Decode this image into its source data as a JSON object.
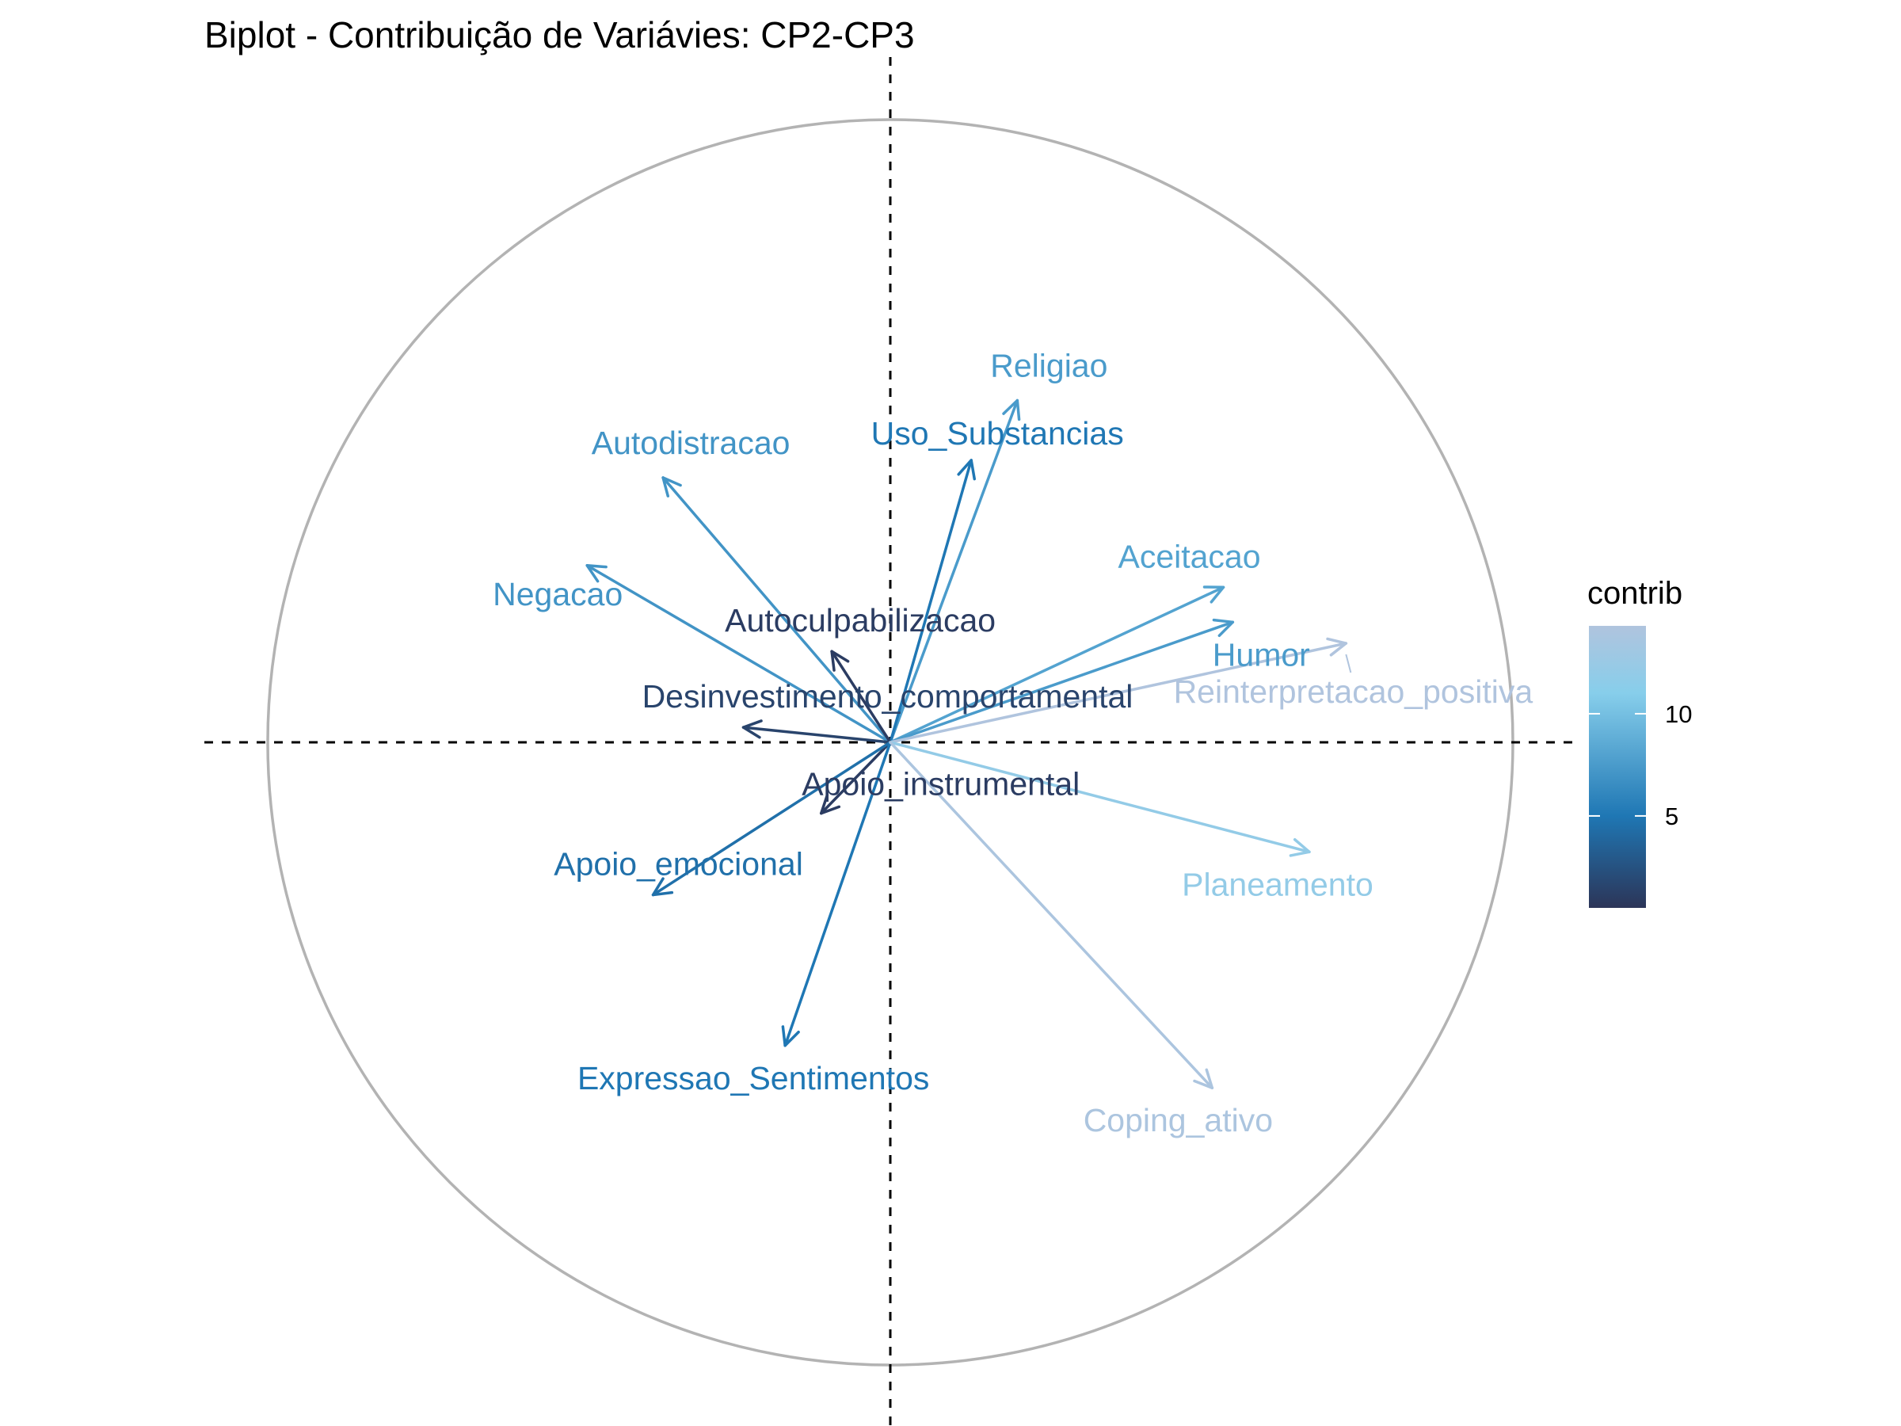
{
  "chart_data": {
    "type": "scatter",
    "subtype": "pca-variable-biplot",
    "title": "Biplot - Contribuição de Variávies: CP2-CP3",
    "xlabel": "",
    "ylabel": "",
    "xlim": [
      -1.1,
      1.1
    ],
    "ylim": [
      -1.0,
      1.0
    ],
    "grid": false,
    "unit_circle": true,
    "reference_lines": {
      "x": 0,
      "y": 0,
      "style": "dashed"
    },
    "legend": {
      "title": "contrib",
      "placement": "right",
      "ticks": [
        5,
        10
      ],
      "range": [
        0.5,
        14.3
      ],
      "colors": {
        "low": "#2c3558",
        "mid": "#1f77b4",
        "high": "#87ceeb",
        "top": "#b0c4de"
      }
    },
    "variables": [
      {
        "name": "Religiao",
        "x": 0.204,
        "y": 0.549,
        "contrib": 7.5
      },
      {
        "name": "Uso_Substancias",
        "x": 0.13,
        "y": 0.453,
        "contrib": 5.0
      },
      {
        "name": "Autodistracao",
        "x": -0.365,
        "y": 0.425,
        "contrib": 7.0
      },
      {
        "name": "Aceitacao",
        "x": 0.535,
        "y": 0.249,
        "contrib": 8.0
      },
      {
        "name": "Humor",
        "x": 0.55,
        "y": 0.193,
        "contrib": 7.5
      },
      {
        "name": "Reinterpretacao_positiva",
        "x": 0.732,
        "y": 0.159,
        "contrib": 14.3
      },
      {
        "name": "Negacao",
        "x": -0.487,
        "y": 0.284,
        "contrib": 7.0
      },
      {
        "name": "Autoculpabilizacao",
        "x": -0.094,
        "y": 0.146,
        "contrib": 1.0
      },
      {
        "name": "Desinvestimento_comportamental",
        "x": -0.236,
        "y": 0.024,
        "contrib": 1.5
      },
      {
        "name": "Apoio_instrumental",
        "x": -0.111,
        "y": -0.114,
        "contrib": 1.0
      },
      {
        "name": "Apoio_emocional",
        "x": -0.381,
        "y": -0.245,
        "contrib": 4.5
      },
      {
        "name": "Expressao_Sentimentos",
        "x": -0.169,
        "y": -0.487,
        "contrib": 5.0
      },
      {
        "name": "Planeamento",
        "x": 0.673,
        "y": -0.176,
        "contrib": 12.0
      },
      {
        "name": "Coping_ativo",
        "x": 0.517,
        "y": -0.555,
        "contrib": 14.0
      }
    ]
  }
}
